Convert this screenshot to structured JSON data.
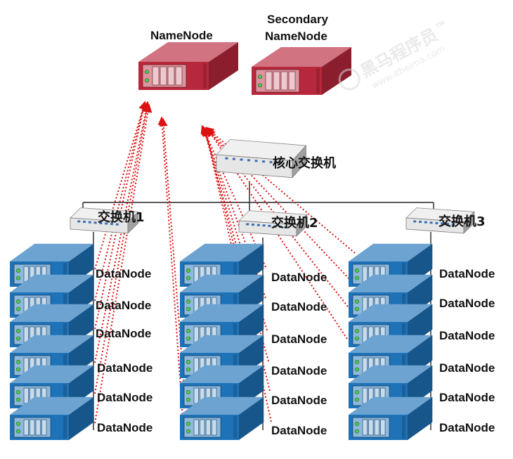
{
  "labels": {
    "namenode": "NameNode",
    "secondary_line1": "Secondary",
    "secondary_line2": "NameNode",
    "core_switch": "核心交换机",
    "switch1": "交换机1",
    "switch2": "交换机2",
    "switch3": "交换机3",
    "datanode": "DataNode"
  },
  "watermark": {
    "brand": "黑马程序员",
    "url": "www.itheima.com",
    "tm": "TM"
  },
  "colors": {
    "namenode_server": "#b8283c",
    "datanode_server": "#1e72b8",
    "switch_body": "#e6e6e6",
    "link_line": "#222222",
    "heartbeat_arrow": "#dd1111"
  },
  "racks": [
    {
      "switch": "交换机1",
      "datanodes": [
        "DataNode",
        "DataNode",
        "DataNode",
        "DataNode",
        "DataNode",
        "DataNode"
      ]
    },
    {
      "switch": "交换机2",
      "datanodes": [
        "DataNode",
        "DataNode",
        "DataNode",
        "DataNode",
        "DataNode",
        "DataNode"
      ]
    },
    {
      "switch": "交换机3",
      "datanodes": [
        "DataNode",
        "DataNode",
        "DataNode",
        "DataNode",
        "DataNode",
        "DataNode"
      ]
    }
  ]
}
